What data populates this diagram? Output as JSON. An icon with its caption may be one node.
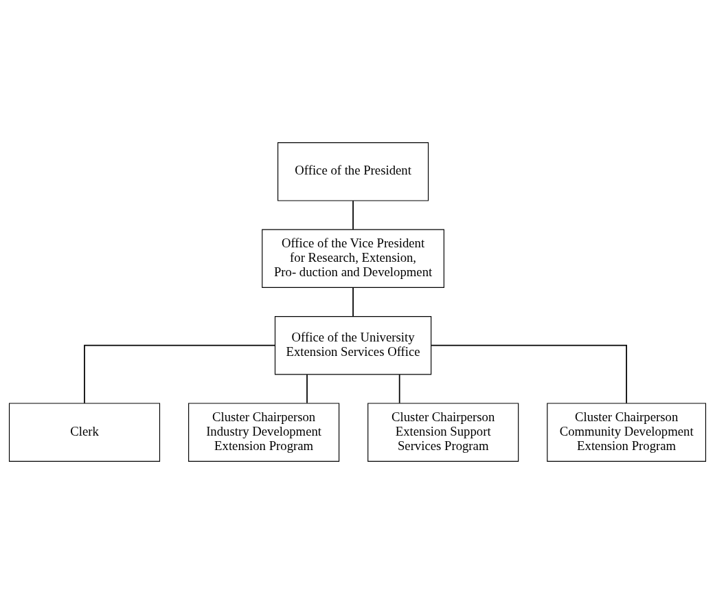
{
  "diagram": {
    "nodes": [
      {
        "text": [
          "Office of the President"
        ]
      },
      {
        "text": [
          "Office of the Vice President for Research, Extension, Pro- duction and Development"
        ]
      },
      {
        "text": [
          "Office of the University Extension Services Office"
        ]
      },
      {
        "text": [
          "Clerk"
        ]
      },
      {
        "text": [
          "Cluster Chairperson Industry Development Extension Program"
        ]
      },
      {
        "text": [
          "Cluster Chairperson Extension Support Services Program"
        ]
      },
      {
        "text": [
          "Cluster Chairperson Community Development Extension Program"
        ]
      }
    ],
    "edges": [
      {
        "from": 0,
        "to": 1,
        "arrow": "none"
      },
      {
        "from": 1,
        "to": 2,
        "arrow": "none"
      },
      {
        "from": 2,
        "to": 3,
        "arrow": "none"
      },
      {
        "from": 2,
        "to": 4,
        "arrow": "none"
      },
      {
        "from": 2,
        "to": 5,
        "arrow": "none"
      },
      {
        "from": 2,
        "to": 6,
        "arrow": "none"
      }
    ]
  }
}
